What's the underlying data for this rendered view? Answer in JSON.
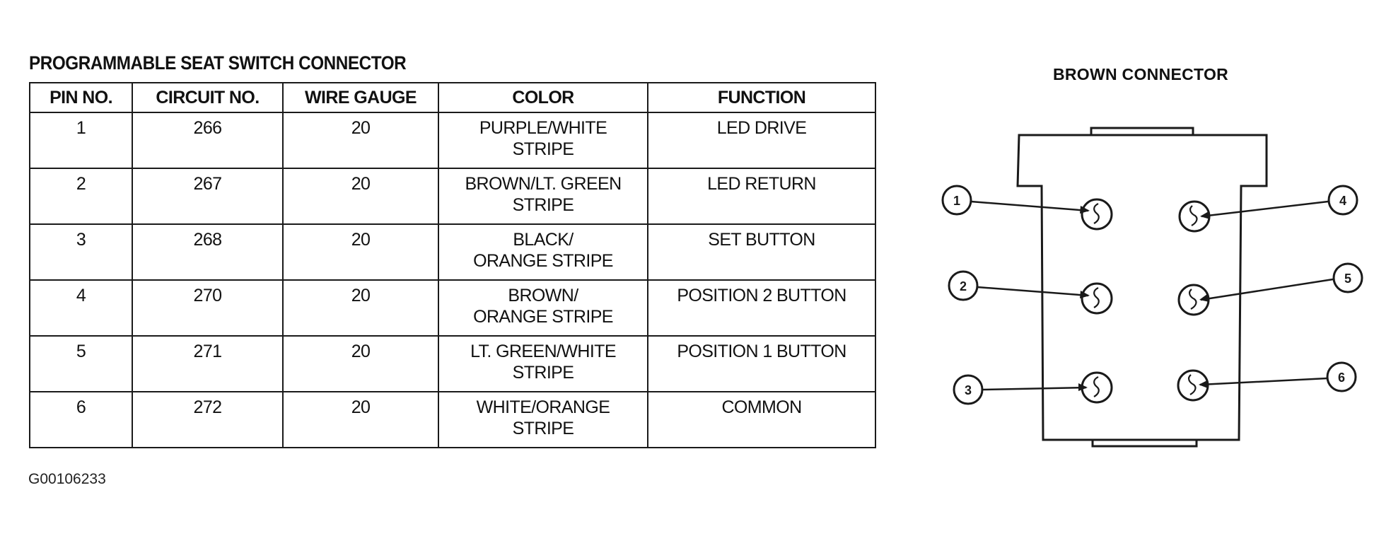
{
  "table": {
    "title": "PROGRAMMABLE SEAT SWITCH CONNECTOR",
    "headers": [
      "PIN NO.",
      "CIRCUIT NO.",
      "WIRE GAUGE",
      "COLOR",
      "FUNCTION"
    ],
    "rows": [
      {
        "pin": "1",
        "circuit": "266",
        "gauge": "20",
        "color_line1": "PURPLE/WHITE",
        "color_line2": "STRIPE",
        "function": "LED DRIVE"
      },
      {
        "pin": "2",
        "circuit": "267",
        "gauge": "20",
        "color_line1": "BROWN/LT. GREEN",
        "color_line2": "STRIPE",
        "function": "LED RETURN"
      },
      {
        "pin": "3",
        "circuit": "268",
        "gauge": "20",
        "color_line1": "BLACK/",
        "color_line2": "ORANGE STRIPE",
        "function": "SET BUTTON"
      },
      {
        "pin": "4",
        "circuit": "270",
        "gauge": "20",
        "color_line1": "BROWN/",
        "color_line2": "ORANGE STRIPE",
        "function": "POSITION 2 BUTTON"
      },
      {
        "pin": "5",
        "circuit": "271",
        "gauge": "20",
        "color_line1": "LT. GREEN/WHITE",
        "color_line2": "STRIPE",
        "function": "POSITION 1 BUTTON"
      },
      {
        "pin": "6",
        "circuit": "272",
        "gauge": "20",
        "color_line1": "WHITE/ORANGE",
        "color_line2": "STRIPE",
        "function": "COMMON"
      }
    ]
  },
  "figure_id": "G00106233",
  "connector": {
    "title": "BROWN CONNECTOR",
    "callouts": [
      "1",
      "2",
      "3",
      "4",
      "5",
      "6"
    ]
  },
  "colors": {
    "ink": "#1a1a1a",
    "background": "#ffffff"
  }
}
